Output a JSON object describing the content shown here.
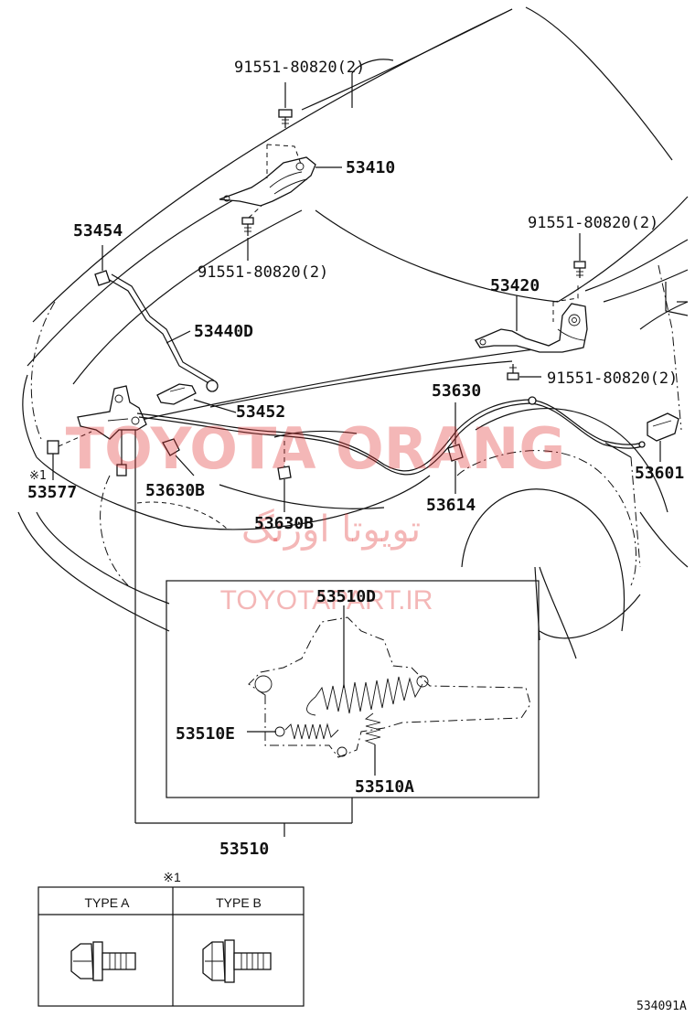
{
  "labels": {
    "p_91551_top": "91551-80820(2)",
    "p_53410": "53410",
    "p_53454": "53454",
    "p_91551_mid": "91551-80820(2)",
    "p_91551_right_top": "91551-80820(2)",
    "p_53420": "53420",
    "p_53440D": "53440D",
    "p_91551_right_mid": "91551-80820(2)",
    "p_53630": "53630",
    "p_53452": "53452",
    "p_53577_mark": "※1",
    "p_53577": "53577",
    "p_53630B_left": "53630B",
    "p_53614": "53614",
    "p_53601": "53601",
    "p_53630B_mid": "53630B",
    "p_53510D": "53510D",
    "p_53510E": "53510E",
    "p_53510A": "53510A",
    "p_53510": "53510"
  },
  "watermarks": {
    "brand": "TOYOTA ORANG",
    "brand_fa": "تویوتا اورنگ",
    "site": "TOYOTAPART.IR"
  },
  "legend": {
    "mark": "※1",
    "type_a": "TYPE A",
    "type_b": "TYPE B"
  },
  "diagram_code": "534091A",
  "colors": {
    "ink": "#111111",
    "watermark": "#e03030",
    "background": "#ffffff"
  }
}
